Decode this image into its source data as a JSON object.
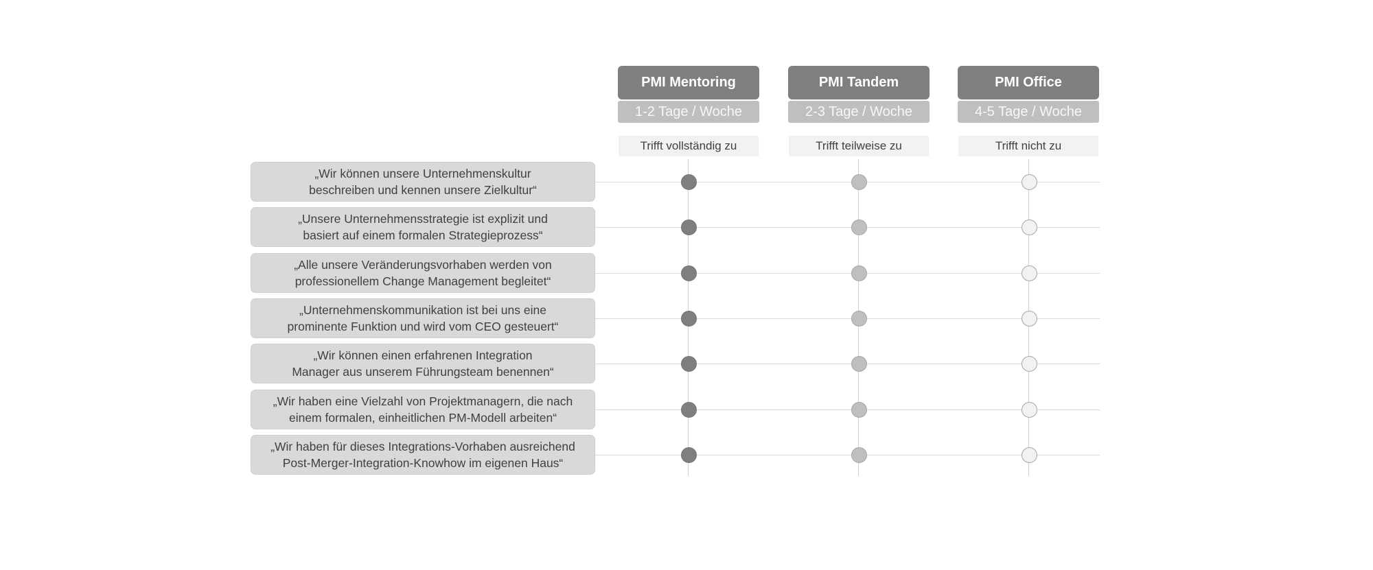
{
  "columns": [
    {
      "key": "mentoring",
      "title": "PMI Mentoring",
      "subtitle": "1-2 Tage / Woche",
      "rating": "Trifft vollständig zu",
      "level": "full",
      "color": "#7f7f7f"
    },
    {
      "key": "tandem",
      "title": "PMI Tandem",
      "subtitle": "2-3 Tage / Woche",
      "rating": "Trifft teilweise zu",
      "level": "partial",
      "color": "#bfbfbf"
    },
    {
      "key": "office",
      "title": "PMI Office",
      "subtitle": "4-5 Tage / Woche",
      "rating": "Trifft nicht zu",
      "level": "none",
      "color": "#f2f2f2"
    }
  ],
  "statements": [
    "„Wir können unsere Unternehmenskultur\nbeschreiben und kennen unsere Zielkultur“",
    "„Unsere Unternehmensstrategie ist explizit und\nbasiert auf einem formalen Strategieprozess“",
    "„Alle unsere Veränderungsvorhaben werden von\nprofessionellem Change Management begleitet“",
    "„Unternehmenskommunikation ist bei uns eine\nprominente Funktion und wird vom CEO gesteuert“",
    "„Wir können einen erfahrenen Integration\nManager aus unserem Führungsteam benennen“",
    "„Wir haben eine Vielzahl von Projektmanagern, die nach\neinem formalen, einheitlichen PM-Modell arbeiten“",
    "„Wir haben für dieses Integrations-Vorhaben ausreichend\nPost-Merger-Integration-Knowhow im eigenen Haus“"
  ]
}
